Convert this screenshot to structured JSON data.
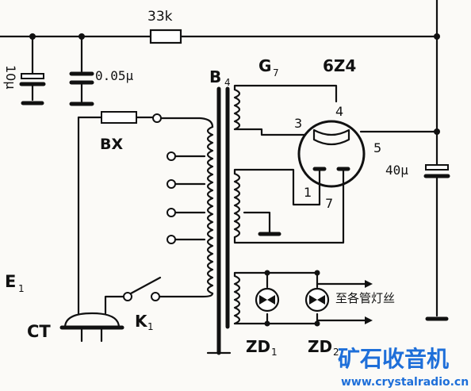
{
  "labels": {
    "r_value": "33k",
    "cap_left_value": "10μ",
    "cap_mid_value": "0.05μ",
    "transformer": "B",
    "transformer_sub": "4",
    "coil": "G",
    "coil_sub": "7",
    "tube": "6Z4",
    "fuse": "BX",
    "cap_right_value": "40μ",
    "pin1": "1",
    "pin3": "3",
    "pin4": "4",
    "pin5": "5",
    "pin7": "7",
    "e_label": "E",
    "e_sub": "1",
    "plug": "CT",
    "switch": "K",
    "switch_sub": "1",
    "lamp1": "ZD",
    "lamp1_sub": "1",
    "lamp2": "ZD",
    "lamp2_sub": "2",
    "to_tubes": "至各管灯丝"
  },
  "watermark": {
    "title": "矿石收音机",
    "url": "www.crystalradio.cn",
    "title_color": "#1e6fd9",
    "url_color": "#1e6fd9"
  }
}
